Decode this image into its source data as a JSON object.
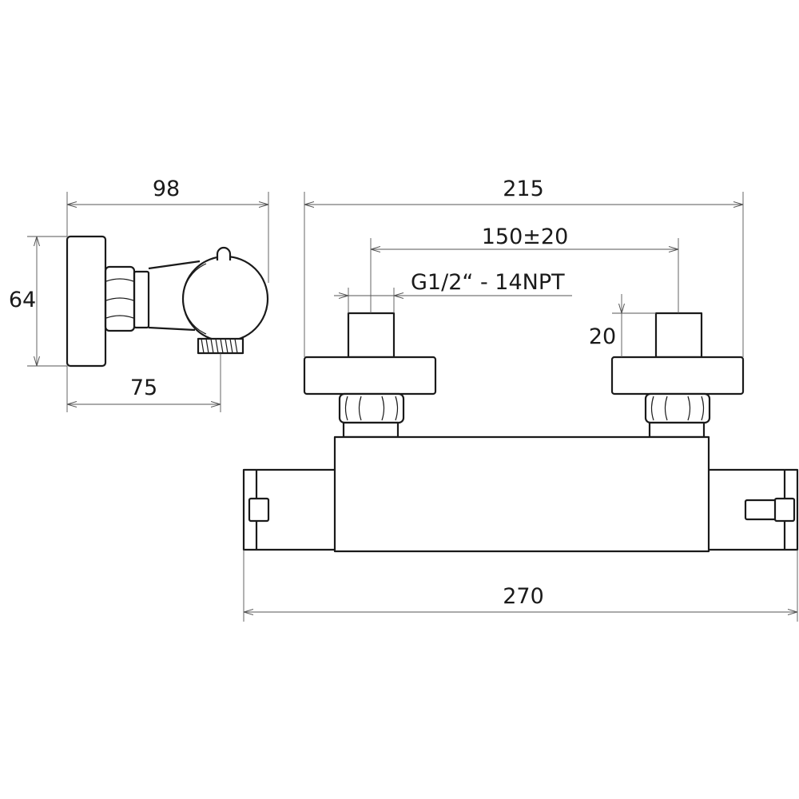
{
  "dimensions": {
    "depth": "98",
    "height": "64",
    "outlet_offset": "75",
    "flange_span": "215",
    "inlet_spacing": "150",
    "inlet_spacing_tolerance": "±20",
    "thread": "G1/2“ - 14NPT",
    "nipple_length": "20",
    "overall_length": "270"
  },
  "colors": {
    "line": "#1a1a1a",
    "dimension_line": "#555555",
    "background": "#ffffff"
  }
}
